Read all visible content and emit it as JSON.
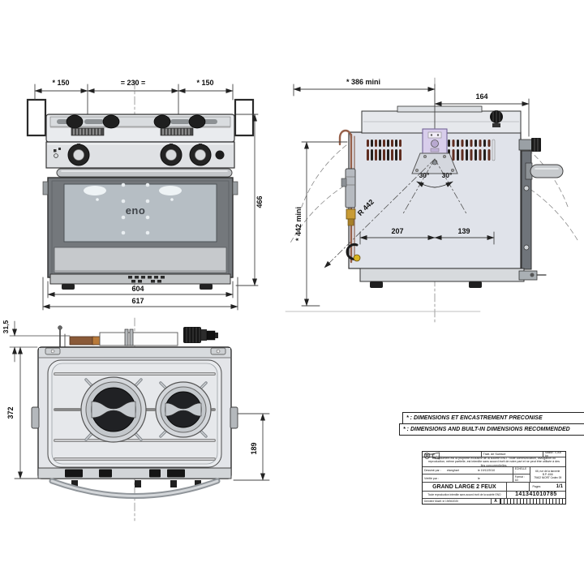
{
  "drawing": {
    "front_view": {
      "dim_left": "* 150",
      "dim_center": "= 230 =",
      "dim_right": "* 150",
      "dim_height": "466",
      "dim_width_inner": "604",
      "dim_width_outer": "617",
      "logo": "eno"
    },
    "side_view": {
      "dim_depth_min": "* 386 mini",
      "dim_axis_to_back": "164",
      "dim_height_min": "* 442 mini",
      "dim_swing_radius": "R 442",
      "dim_front": "207",
      "dim_rear": "139",
      "angle_left": "30°",
      "angle_right": "30°"
    },
    "top_view": {
      "dim_back_offset": "31,5",
      "dim_depth": "372",
      "dim_front_depth": "189"
    }
  },
  "notes": {
    "fr": "* : DIMENSIONS ET ENCASTREMENT PRECONISE",
    "en": "* : DIMENSIONS AND BUILT-IN DIMENSIONS RECOMMENDED"
  },
  "title_block": {
    "surface_label": "Surface",
    "treatment_label": "Trait. de Surface",
    "mass_label": "Masse : 0,000 kg",
    "notice": "Ce document est la propriété exclusive de la société ENO. Toute communication, divulgation ou reproduction, même partielle, est interdite sans accord écrit de notre part et ne peut être utilisée à des fins concurrentielles.",
    "drawn_label": "Dessiné par :",
    "drawn_name": "etanghart",
    "drawn_date": "le 19/12/2010",
    "checked_label": "Vérifié par :",
    "checked_date": "le",
    "scale_label": "ECHELLE :",
    "format_label": "Format : A3",
    "address_line1": "66, rue de la tannerie",
    "address_line2": "B.P. 4/66",
    "address_line3": "79402 NIORT Cedex 09",
    "title": "GRAND LARGE 2 FEUX",
    "caution": "Toute reproduction interdite sans accord écrit de la société ENO",
    "pages_label": "Pages",
    "pages_value": "1/1",
    "part_number": "141341010785",
    "modified": "Dernière Modif. le 19/06/2020",
    "revision": "A"
  }
}
